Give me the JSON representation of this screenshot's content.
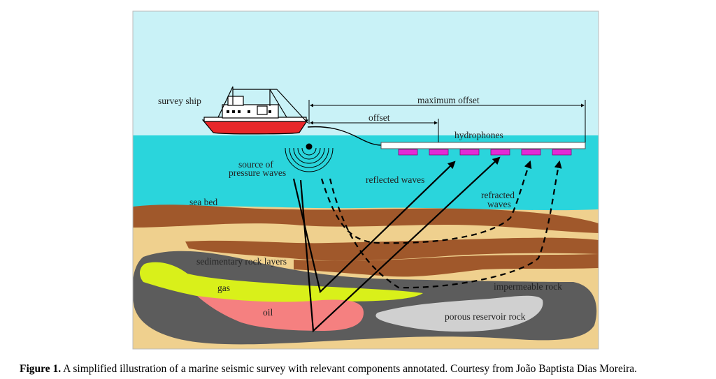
{
  "diagram": {
    "labels": {
      "survey_ship": "survey ship",
      "maximum_offset": "maximum offset",
      "offset": "offset",
      "hydrophones": "hydrophones",
      "source_line1": "source of",
      "source_line2": "pressure waves",
      "reflected_waves": "reflected waves",
      "refracted_line1": "refracted",
      "refracted_line2": "waves",
      "sea_bed": "sea bed",
      "sedimentary_rock_layers": "sedimentary rock layers",
      "gas": "gas",
      "oil": "oil",
      "impermeable_rock": "impermeable rock",
      "porous_reservoir_rock": "porous reservoir rock"
    },
    "colors": {
      "sky": "#c9f2f7",
      "sea": "#2ad5dc",
      "sand": "#efd08e",
      "brown_layer": "#a0582b",
      "impermeable_rock": "#5c5c5c",
      "gas": "#d9f01a",
      "oil": "#f58080",
      "porous_rock": "#d0d0d0",
      "hull": "#e8272a",
      "hydrophone": "#e22ad6"
    }
  },
  "caption": {
    "label": "Figure 1.",
    "text": "A simplified illustration of a marine seismic survey with relevant components annotated. Courtesy from João Baptista Dias Moreira."
  }
}
